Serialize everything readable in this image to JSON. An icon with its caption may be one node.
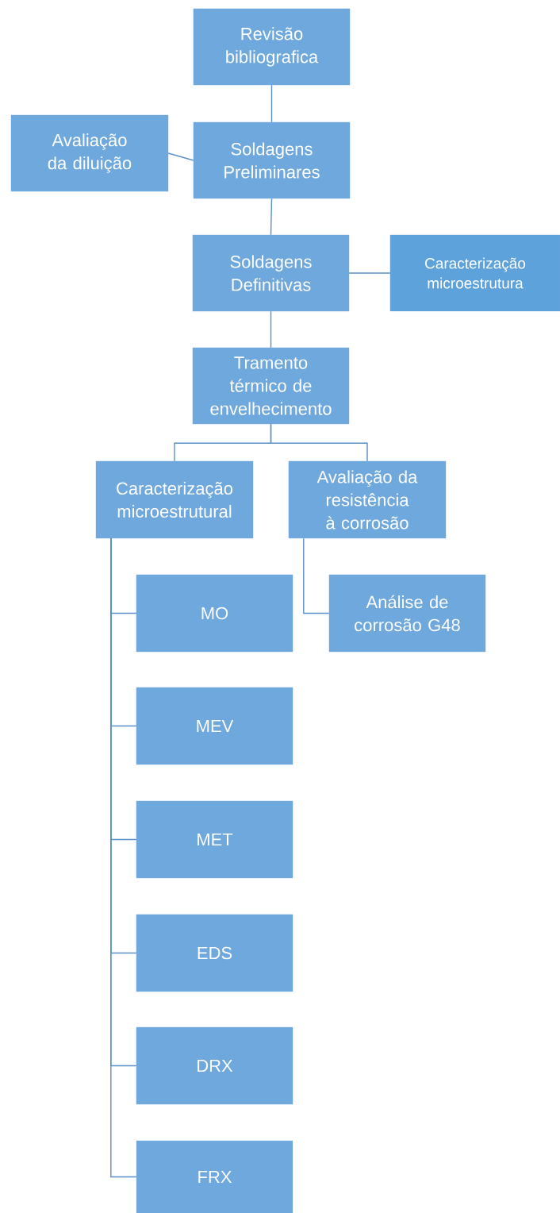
{
  "diagram": {
    "nodes": [
      {
        "text": [
          "Revisão bibliografica"
        ]
      },
      {
        "text": [
          "Avaliação da diluição"
        ]
      },
      {
        "text": [
          "Soldagens Preliminares"
        ]
      },
      {
        "text": [
          "Soldagens Definitivas"
        ]
      },
      {
        "text": [
          "Caracterização microestrutura"
        ]
      },
      {
        "text": [
          "Tramento térmico de envelhecimento"
        ]
      },
      {
        "text": [
          "Caracterização microestrutural"
        ]
      },
      {
        "text": [
          "Avaliação da resistência à corrosão"
        ]
      },
      {
        "text": [
          "Análise de corrosão G48"
        ]
      },
      {
        "text": [
          "MO"
        ]
      },
      {
        "text": [
          "MEV"
        ]
      },
      {
        "text": [
          "MET"
        ]
      },
      {
        "text": [
          "EDS"
        ]
      },
      {
        "text": [
          "DRX"
        ]
      },
      {
        "text": [
          "FRX"
        ]
      }
    ],
    "edges": [
      {
        "from": 0,
        "to": 2,
        "arrow": "none"
      },
      {
        "from": 1,
        "to": 2,
        "arrow": "none"
      },
      {
        "from": 2,
        "to": 3,
        "arrow": "none"
      },
      {
        "from": 3,
        "to": 4,
        "arrow": "none"
      },
      {
        "from": 3,
        "to": 5,
        "arrow": "none"
      },
      {
        "from": 5,
        "to": 6,
        "arrow": "none"
      },
      {
        "from": 5,
        "to": 7,
        "arrow": "none"
      },
      {
        "from": 7,
        "to": 8,
        "arrow": "none"
      },
      {
        "from": 6,
        "to": 9,
        "arrow": "none"
      },
      {
        "from": 6,
        "to": 10,
        "arrow": "none"
      },
      {
        "from": 6,
        "to": 11,
        "arrow": "none"
      },
      {
        "from": 6,
        "to": 12,
        "arrow": "none"
      },
      {
        "from": 6,
        "to": 13,
        "arrow": "none"
      },
      {
        "from": 6,
        "to": 14,
        "arrow": "none"
      }
    ]
  }
}
